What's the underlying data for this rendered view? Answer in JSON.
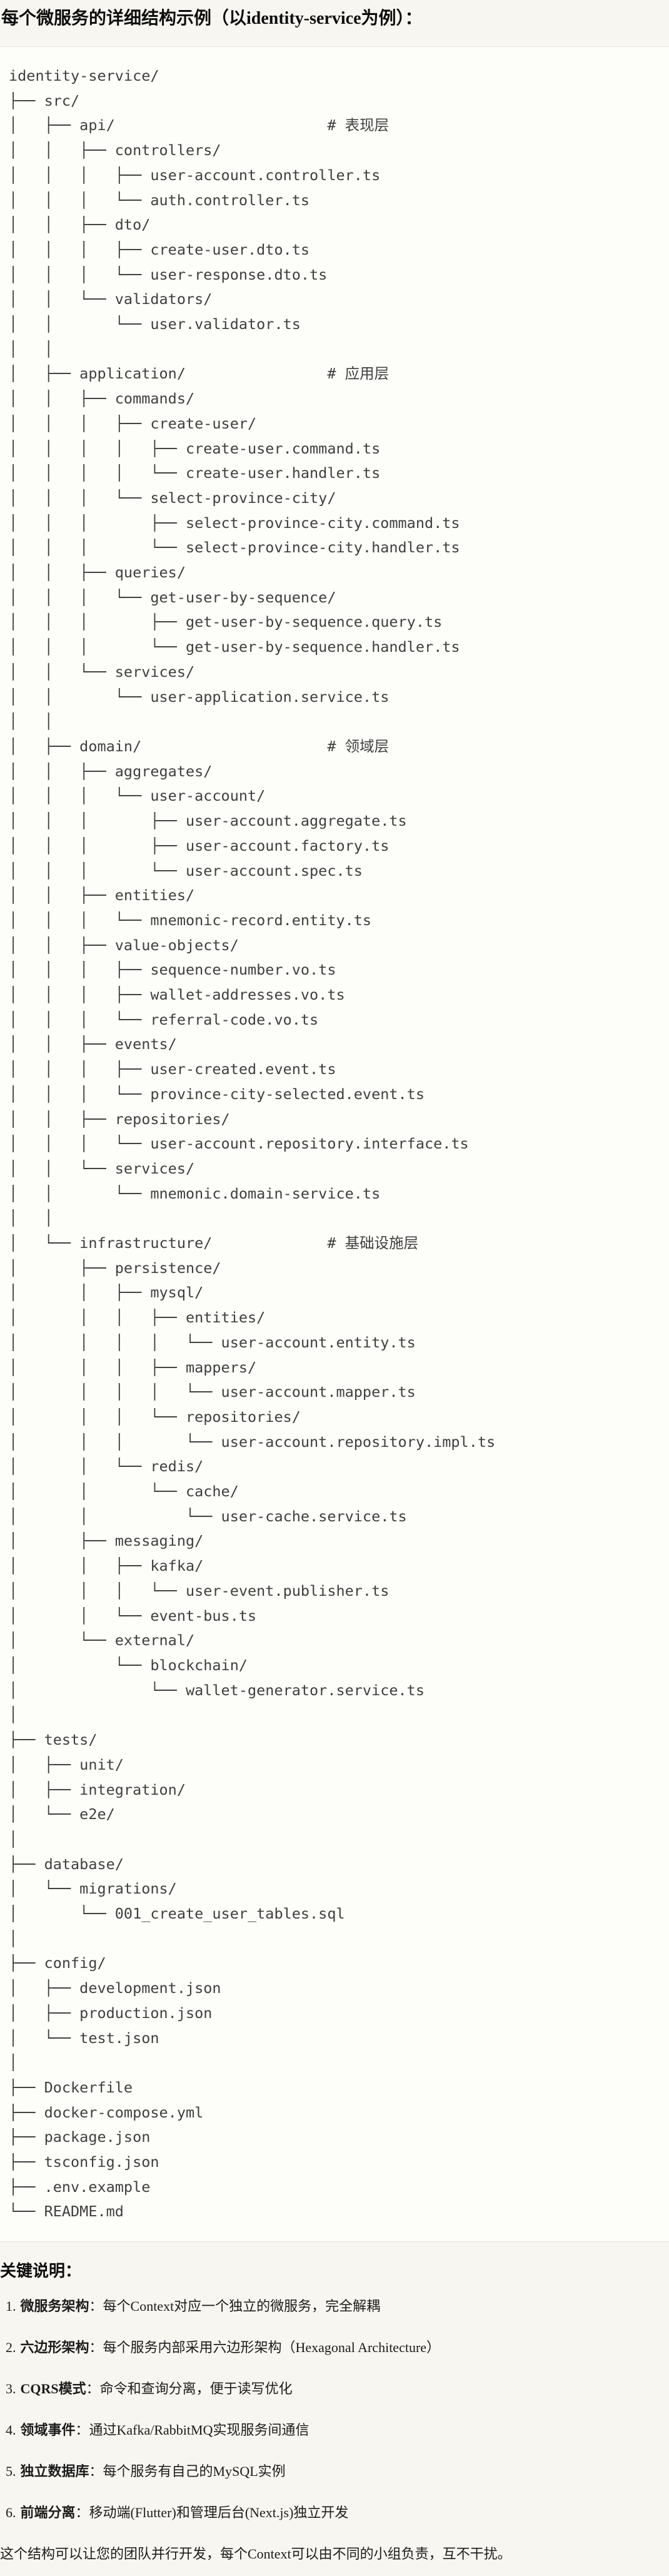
{
  "title": "每个微服务的详细结构示例（以identity-service为例）：",
  "tree": {
    "lines": [
      "identity-service/",
      "├── src/",
      "│   ├── api/                        # 表现层",
      "│   │   ├── controllers/",
      "│   │   │   ├── user-account.controller.ts",
      "│   │   │   └── auth.controller.ts",
      "│   │   ├── dto/",
      "│   │   │   ├── create-user.dto.ts",
      "│   │   │   └── user-response.dto.ts",
      "│   │   └── validators/",
      "│   │       └── user.validator.ts",
      "│   │",
      "│   ├── application/                # 应用层",
      "│   │   ├── commands/",
      "│   │   │   ├── create-user/",
      "│   │   │   │   ├── create-user.command.ts",
      "│   │   │   │   └── create-user.handler.ts",
      "│   │   │   └── select-province-city/",
      "│   │   │       ├── select-province-city.command.ts",
      "│   │   │       └── select-province-city.handler.ts",
      "│   │   ├── queries/",
      "│   │   │   └── get-user-by-sequence/",
      "│   │   │       ├── get-user-by-sequence.query.ts",
      "│   │   │       └── get-user-by-sequence.handler.ts",
      "│   │   └── services/",
      "│   │       └── user-application.service.ts",
      "│   │",
      "│   ├── domain/                     # 领域层",
      "│   │   ├── aggregates/",
      "│   │   │   └── user-account/",
      "│   │   │       ├── user-account.aggregate.ts",
      "│   │   │       ├── user-account.factory.ts",
      "│   │   │       └── user-account.spec.ts",
      "│   │   ├── entities/",
      "│   │   │   └── mnemonic-record.entity.ts",
      "│   │   ├── value-objects/",
      "│   │   │   ├── sequence-number.vo.ts",
      "│   │   │   ├── wallet-addresses.vo.ts",
      "│   │   │   └── referral-code.vo.ts",
      "│   │   ├── events/",
      "│   │   │   ├── user-created.event.ts",
      "│   │   │   └── province-city-selected.event.ts",
      "│   │   ├── repositories/",
      "│   │   │   └── user-account.repository.interface.ts",
      "│   │   └── services/",
      "│   │       └── mnemonic.domain-service.ts",
      "│   │",
      "│   └── infrastructure/             # 基础设施层",
      "│       ├── persistence/",
      "│       │   ├── mysql/",
      "│       │   │   ├── entities/",
      "│       │   │   │   └── user-account.entity.ts",
      "│       │   │   ├── mappers/",
      "│       │   │   │   └── user-account.mapper.ts",
      "│       │   │   └── repositories/",
      "│       │   │       └── user-account.repository.impl.ts",
      "│       │   └── redis/",
      "│       │       └── cache/",
      "│       │           └── user-cache.service.ts",
      "│       ├── messaging/",
      "│       │   ├── kafka/",
      "│       │   │   └── user-event.publisher.ts",
      "│       │   └── event-bus.ts",
      "│       └── external/",
      "│           └── blockchain/",
      "│               └── wallet-generator.service.ts",
      "│",
      "├── tests/",
      "│   ├── unit/",
      "│   ├── integration/",
      "│   └── e2e/",
      "│",
      "├── database/",
      "│   └── migrations/",
      "│       └── 001_create_user_tables.sql",
      "│",
      "├── config/",
      "│   ├── development.json",
      "│   ├── production.json",
      "│   └── test.json",
      "│",
      "├── Dockerfile",
      "├── docker-compose.yml",
      "├── package.json",
      "├── tsconfig.json",
      "├── .env.example",
      "└── README.md"
    ]
  },
  "notes": {
    "heading": "关键说明：",
    "items": [
      {
        "num": "1.",
        "term": "微服务架构",
        "desc": "：每个Context对应一个独立的微服务，完全解耦"
      },
      {
        "num": "2.",
        "term": "六边形架构",
        "desc": "：每个服务内部采用六边形架构（Hexagonal Architecture）"
      },
      {
        "num": "3.",
        "term": "CQRS模式",
        "desc": "：命令和查询分离，便于读写优化"
      },
      {
        "num": "4.",
        "term": "领域事件",
        "desc": "：通过Kafka/RabbitMQ实现服务间通信"
      },
      {
        "num": "5.",
        "term": "独立数据库",
        "desc": "：每个服务有自己的MySQL实例"
      },
      {
        "num": "6.",
        "term": "前端分离",
        "desc": "：移动端(Flutter)和管理后台(Next.js)独立开发"
      }
    ]
  },
  "closing": "这个结构可以让您的团队并行开发，每个Context可以由不同的小组负责，互不干扰。"
}
